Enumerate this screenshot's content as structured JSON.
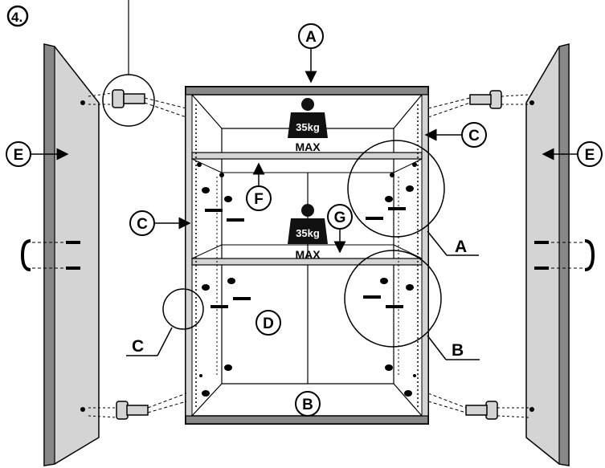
{
  "step_number": "4.",
  "callouts": {
    "A_top": "A",
    "A_side": "A",
    "B_bottom": "B",
    "B_side": "B",
    "C_right": "C",
    "C_left": "C",
    "C_bottom": "C",
    "D": "D",
    "E_left": "E",
    "E_right": "E",
    "F": "F",
    "G": "G"
  },
  "load_limits": [
    {
      "weight": "35kg",
      "max": "MAX"
    },
    {
      "weight": "35kg",
      "max": "MAX"
    }
  ],
  "colors": {
    "ink": "#000000",
    "panel": "#d4d4d4",
    "paper": "#ffffff"
  }
}
